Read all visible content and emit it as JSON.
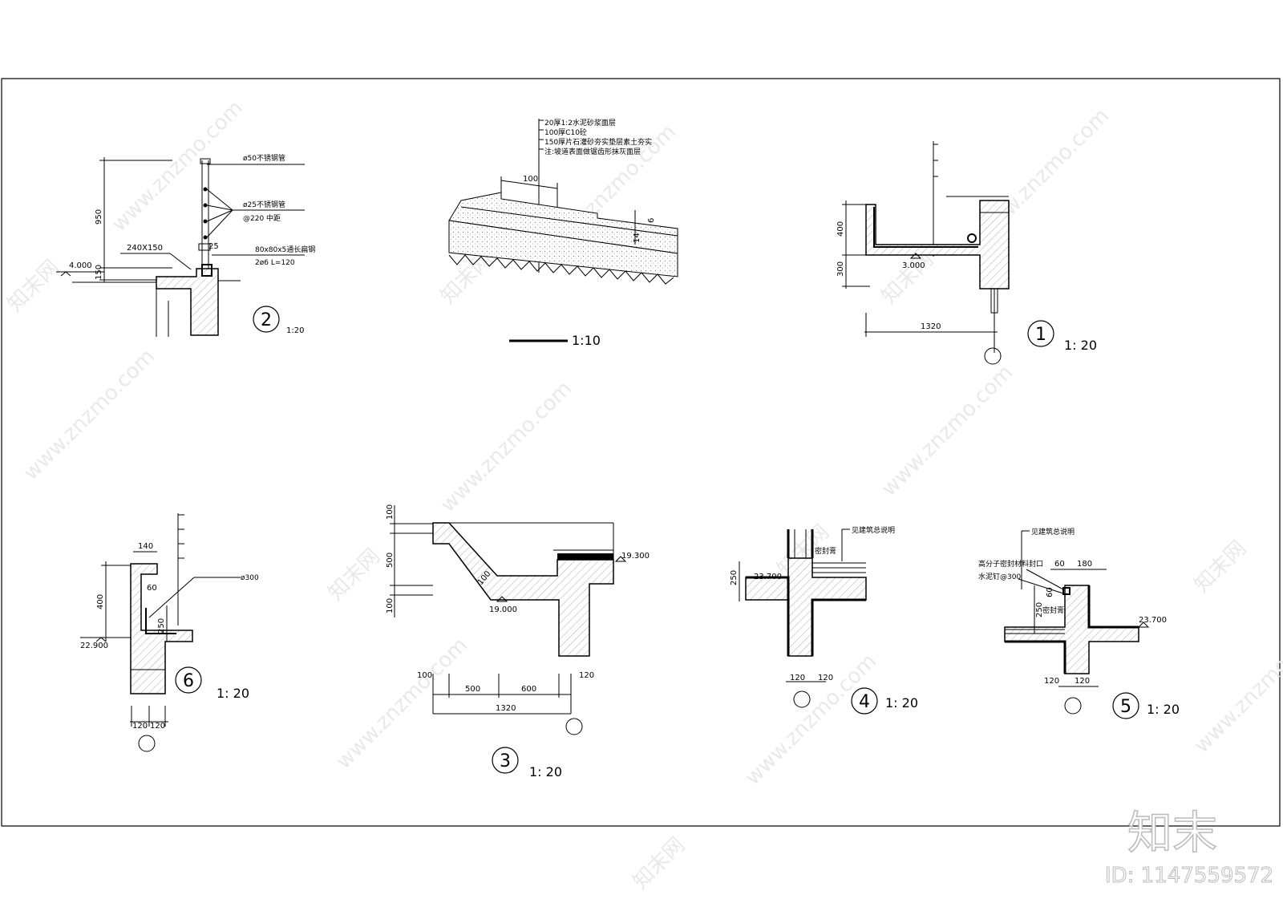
{
  "watermark": {
    "site": "www.znzmo.com",
    "brand": "知末网",
    "logo": "知末",
    "id": "ID: 1147559572"
  },
  "detail_2": {
    "dims": [
      "950",
      "150",
      "240X150",
      "4.000",
      "25"
    ],
    "notes": [
      "ø50不锈钢管",
      "ø25不锈钢管",
      "@220 中距",
      "80x80x5通长扁钢",
      "2ø6 L=120"
    ],
    "number": "2",
    "scale": "1:20"
  },
  "detail_ramp": {
    "notes": [
      "20厚1:2水泥砂浆面层",
      "100厚C10砼",
      "150厚片石灌砂夯实垫层素土夯实",
      "注:坡道表面做锯齿形抹灰面层"
    ],
    "dims": [
      "100",
      "14",
      "6"
    ],
    "scale": "1:10"
  },
  "detail_1": {
    "dims": [
      "400",
      "300",
      "3.000",
      "1320"
    ],
    "number": "1",
    "scale": "1: 20"
  },
  "detail_6": {
    "dims": [
      "140",
      "60",
      "400",
      "250",
      "22.900",
      "120",
      "120"
    ],
    "notes": [
      "ø300"
    ],
    "number": "6",
    "scale": "1: 20"
  },
  "detail_3": {
    "dims": [
      "100",
      "500",
      "100",
      "19.300",
      "100",
      "19.000",
      "100",
      "500",
      "600",
      "120",
      "1320"
    ],
    "number": "3",
    "scale": "1: 20"
  },
  "detail_4": {
    "dims": [
      "250",
      "23.700",
      "120",
      "120"
    ],
    "notes": [
      "见建筑总说明",
      "密封膏"
    ],
    "number": "4",
    "scale": "1: 20"
  },
  "detail_5": {
    "dims": [
      "60",
      "180",
      "250",
      "60",
      "23.700",
      "120",
      "120"
    ],
    "notes": [
      "见建筑总说明",
      "高分子密封材料封口",
      "水泥钉@300",
      "密封膏"
    ],
    "number": "5",
    "scale": "1: 20"
  }
}
